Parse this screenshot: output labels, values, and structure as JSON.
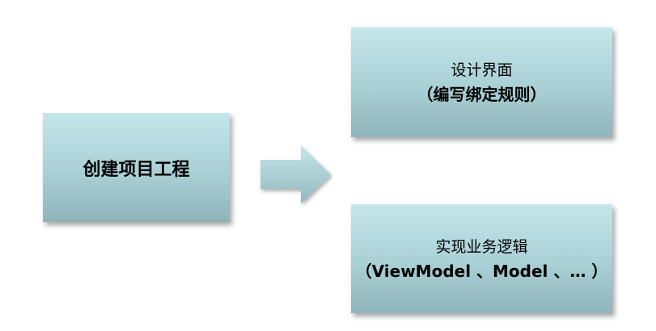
{
  "nodes": {
    "create": {
      "label": "创建项目工程"
    },
    "design_ui": {
      "line1": "设计界面",
      "line2": "（编写绑定规则）"
    },
    "business_logic": {
      "line1": "实现业务逻辑",
      "line2": "（ViewModel 、Model 、… ）"
    }
  },
  "colors": {
    "box_top": "#c4e6ea",
    "box_bottom": "#8fb4b9",
    "arrow": "#a9d0d5"
  }
}
